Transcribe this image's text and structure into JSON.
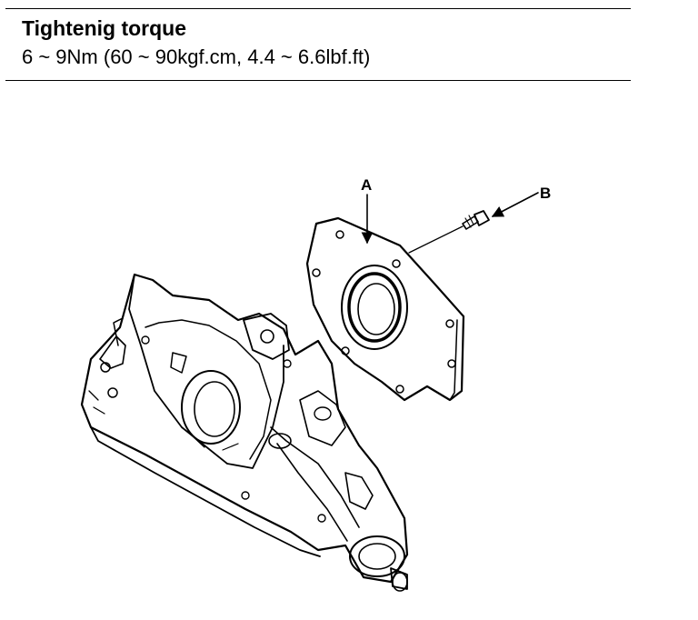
{
  "spec": {
    "title": "Tightenig torque",
    "value": "6 ~ 9Nm (60 ~ 90kgf.cm, 4.4 ~ 6.6lbf.ft)"
  },
  "callouts": {
    "a": "A",
    "b": "B"
  }
}
